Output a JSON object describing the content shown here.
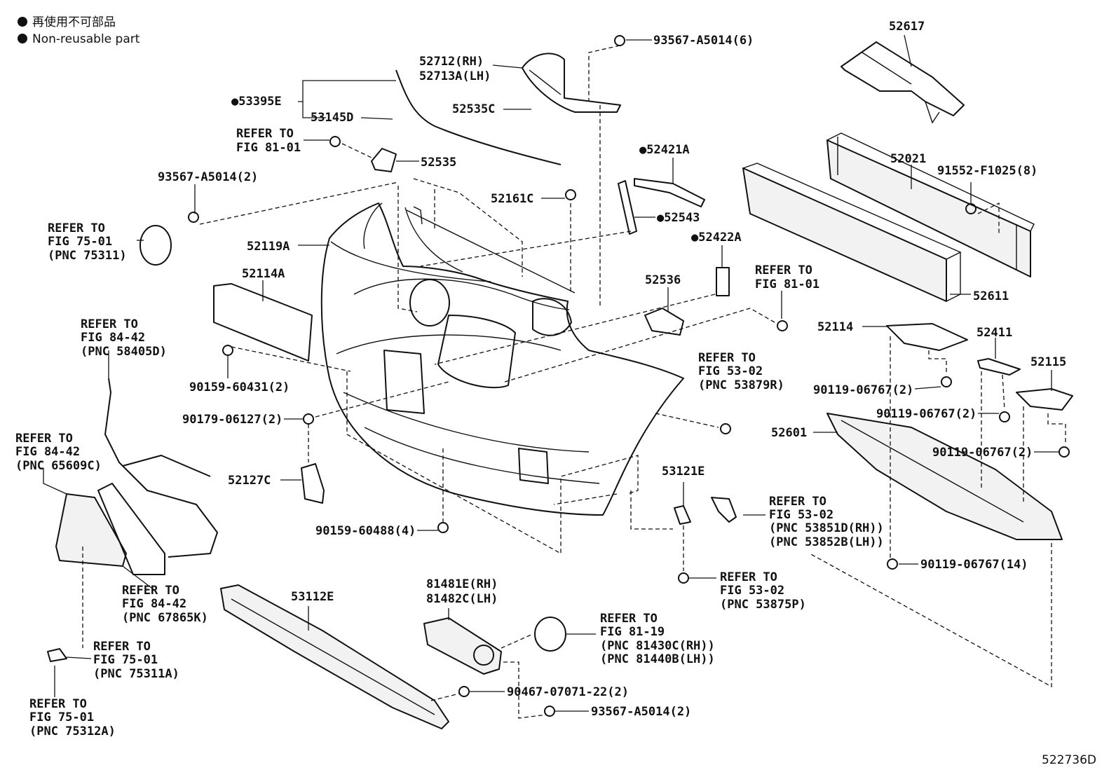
{
  "legend": [
    {
      "marker": "●",
      "text": "再使用不可部品"
    },
    {
      "marker": "●",
      "text": "Non-reusable part"
    }
  ],
  "diagram_id": "522736D",
  "labels": [
    {
      "id": "l1",
      "text": "93567-A5014(6)"
    },
    {
      "id": "l2",
      "text": "52712(RH)"
    },
    {
      "id": "l3",
      "text": "52713A(LH)"
    },
    {
      "id": "l4",
      "text": "●53395E"
    },
    {
      "id": "l5",
      "text": "53145D"
    },
    {
      "id": "l6",
      "text": "52535C"
    },
    {
      "id": "l7",
      "text": "REFER TO"
    },
    {
      "id": "l8",
      "text": "FIG 81-01"
    },
    {
      "id": "l9",
      "text": "52535"
    },
    {
      "id": "l10",
      "text": "93567-A5014(2)"
    },
    {
      "id": "l11",
      "text": "REFER TO"
    },
    {
      "id": "l12",
      "text": "FIG 75-01"
    },
    {
      "id": "l13",
      "text": "(PNC 75311)"
    },
    {
      "id": "l14",
      "text": "52119A"
    },
    {
      "id": "l15",
      "text": "52161C"
    },
    {
      "id": "l16",
      "text": "●52421A"
    },
    {
      "id": "l17",
      "text": "●52543"
    },
    {
      "id": "l18",
      "text": "●52422A"
    },
    {
      "id": "l19",
      "text": "52114A"
    },
    {
      "id": "l20",
      "text": "52536"
    },
    {
      "id": "l21",
      "text": "REFER TO"
    },
    {
      "id": "l22",
      "text": "FIG 81-01"
    },
    {
      "id": "l23",
      "text": "52617"
    },
    {
      "id": "l24",
      "text": "52021"
    },
    {
      "id": "l25",
      "text": "91552-F1025(8)"
    },
    {
      "id": "l26",
      "text": "52611"
    },
    {
      "id": "l27",
      "text": "REFER TO"
    },
    {
      "id": "l28",
      "text": "FIG 84-42"
    },
    {
      "id": "l29",
      "text": "(PNC 58405D)"
    },
    {
      "id": "l30",
      "text": "90159-60431(2)"
    },
    {
      "id": "l31",
      "text": "REFER TO"
    },
    {
      "id": "l32",
      "text": "FIG 53-02"
    },
    {
      "id": "l33",
      "text": "(PNC 53879R)"
    },
    {
      "id": "l34",
      "text": "52114"
    },
    {
      "id": "l35",
      "text": "52411"
    },
    {
      "id": "l36",
      "text": "52115"
    },
    {
      "id": "l37",
      "text": "90119-06767(2)"
    },
    {
      "id": "l38",
      "text": "90119-06767(2)"
    },
    {
      "id": "l39",
      "text": "90119-06767(2)"
    },
    {
      "id": "l40",
      "text": "90179-06127(2)"
    },
    {
      "id": "l41",
      "text": "52601"
    },
    {
      "id": "l42",
      "text": "REFER TO"
    },
    {
      "id": "l43",
      "text": "FIG 84-42"
    },
    {
      "id": "l44",
      "text": "(PNC 65609C)"
    },
    {
      "id": "l45",
      "text": "52127C"
    },
    {
      "id": "l46",
      "text": "53121E"
    },
    {
      "id": "l47",
      "text": "REFER TO"
    },
    {
      "id": "l48",
      "text": "FIG 53-02"
    },
    {
      "id": "l49",
      "text": "(PNC 53851D(RH))"
    },
    {
      "id": "l50",
      "text": "(PNC 53852B(LH))"
    },
    {
      "id": "l51",
      "text": "90159-60488(4)"
    },
    {
      "id": "l52",
      "text": "90119-06767(14)"
    },
    {
      "id": "l53",
      "text": "REFER TO"
    },
    {
      "id": "l54",
      "text": "FIG 84-42"
    },
    {
      "id": "l55",
      "text": "(PNC 67865K)"
    },
    {
      "id": "l56",
      "text": "53112E"
    },
    {
      "id": "l57",
      "text": "81481E(RH)"
    },
    {
      "id": "l58",
      "text": "81482C(LH)"
    },
    {
      "id": "l59",
      "text": "REFER TO"
    },
    {
      "id": "l60",
      "text": "FIG 53-02"
    },
    {
      "id": "l61",
      "text": "(PNC 53875P)"
    },
    {
      "id": "l62",
      "text": "REFER TO"
    },
    {
      "id": "l63",
      "text": "FIG 81-19"
    },
    {
      "id": "l64",
      "text": "(PNC 81430C(RH))"
    },
    {
      "id": "l65",
      "text": "(PNC 81440B(LH))"
    },
    {
      "id": "l66",
      "text": "REFER TO"
    },
    {
      "id": "l67",
      "text": "FIG 75-01"
    },
    {
      "id": "l68",
      "text": "(PNC 75311A)"
    },
    {
      "id": "l69",
      "text": "90467-07071-22(2)"
    },
    {
      "id": "l70",
      "text": "93567-A5014(2)"
    },
    {
      "id": "l71",
      "text": "REFER TO"
    },
    {
      "id": "l72",
      "text": "FIG 75-01"
    },
    {
      "id": "l73",
      "text": "(PNC 75312A)"
    }
  ]
}
